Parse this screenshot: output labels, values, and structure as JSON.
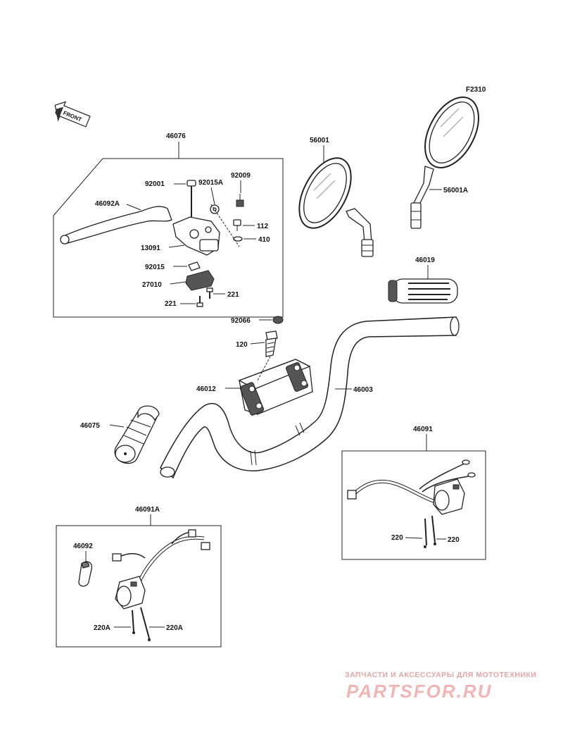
{
  "figure_code": "F2310",
  "front_marker": "FRONT",
  "groups": {
    "brake_lever_assembly": "46076",
    "right_switch_assembly": "46091",
    "left_switch_assembly": "46091A"
  },
  "parts": {
    "p92001": "92001",
    "p92015A": "92015A",
    "p92009": "92009",
    "p46092A": "46092A",
    "p112": "112",
    "p410": "410",
    "p13091": "13091",
    "p92015": "92015",
    "p27010": "27010",
    "p221a": "221",
    "p221b": "221",
    "p56001": "56001",
    "p56001A": "56001A",
    "p46019": "46019",
    "p92066": "92066",
    "p120": "120",
    "p46012": "46012",
    "p46003": "46003",
    "p46075": "46075",
    "p220a": "220",
    "p220b": "220",
    "p46092": "46092",
    "p220Aa": "220A",
    "p220Ab": "220A"
  },
  "watermark": {
    "tagline": "ЗАПЧАСТИ И АКСЕССУАРЫ ДЛЯ МОТОТЕХНИКИ",
    "brand": "PARTSFOR.RU"
  }
}
